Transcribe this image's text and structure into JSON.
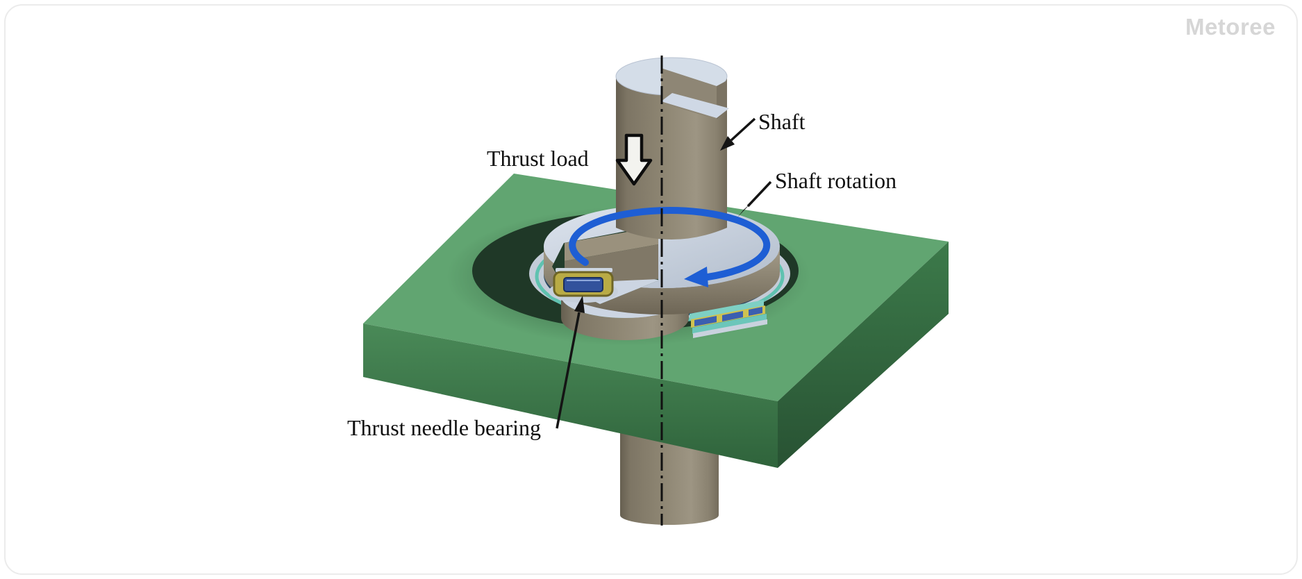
{
  "watermark": {
    "text": "Metoree",
    "color": "#d6d6d6"
  },
  "labels": {
    "thrust_load": "Thrust load",
    "shaft": "Shaft",
    "shaft_rotation": "Shaft rotation",
    "thrust_needle_bearing": "Thrust needle bearing"
  },
  "colors": {
    "block_top": "#61a571",
    "block_front_left": "#42804f",
    "block_front_right": "#336740",
    "hole_interior": "#1f3827",
    "shaft_body": "#8b8270",
    "cut_top_surface": "#d4dde8",
    "flange_top": "#ccd5e1",
    "rotation_arrow": "#1e5ed4",
    "bearing_cage": "#b9ab45",
    "bearing_roller": "#32529c",
    "bearing_washer": "#5fc2b0",
    "annotation": "#141414"
  }
}
